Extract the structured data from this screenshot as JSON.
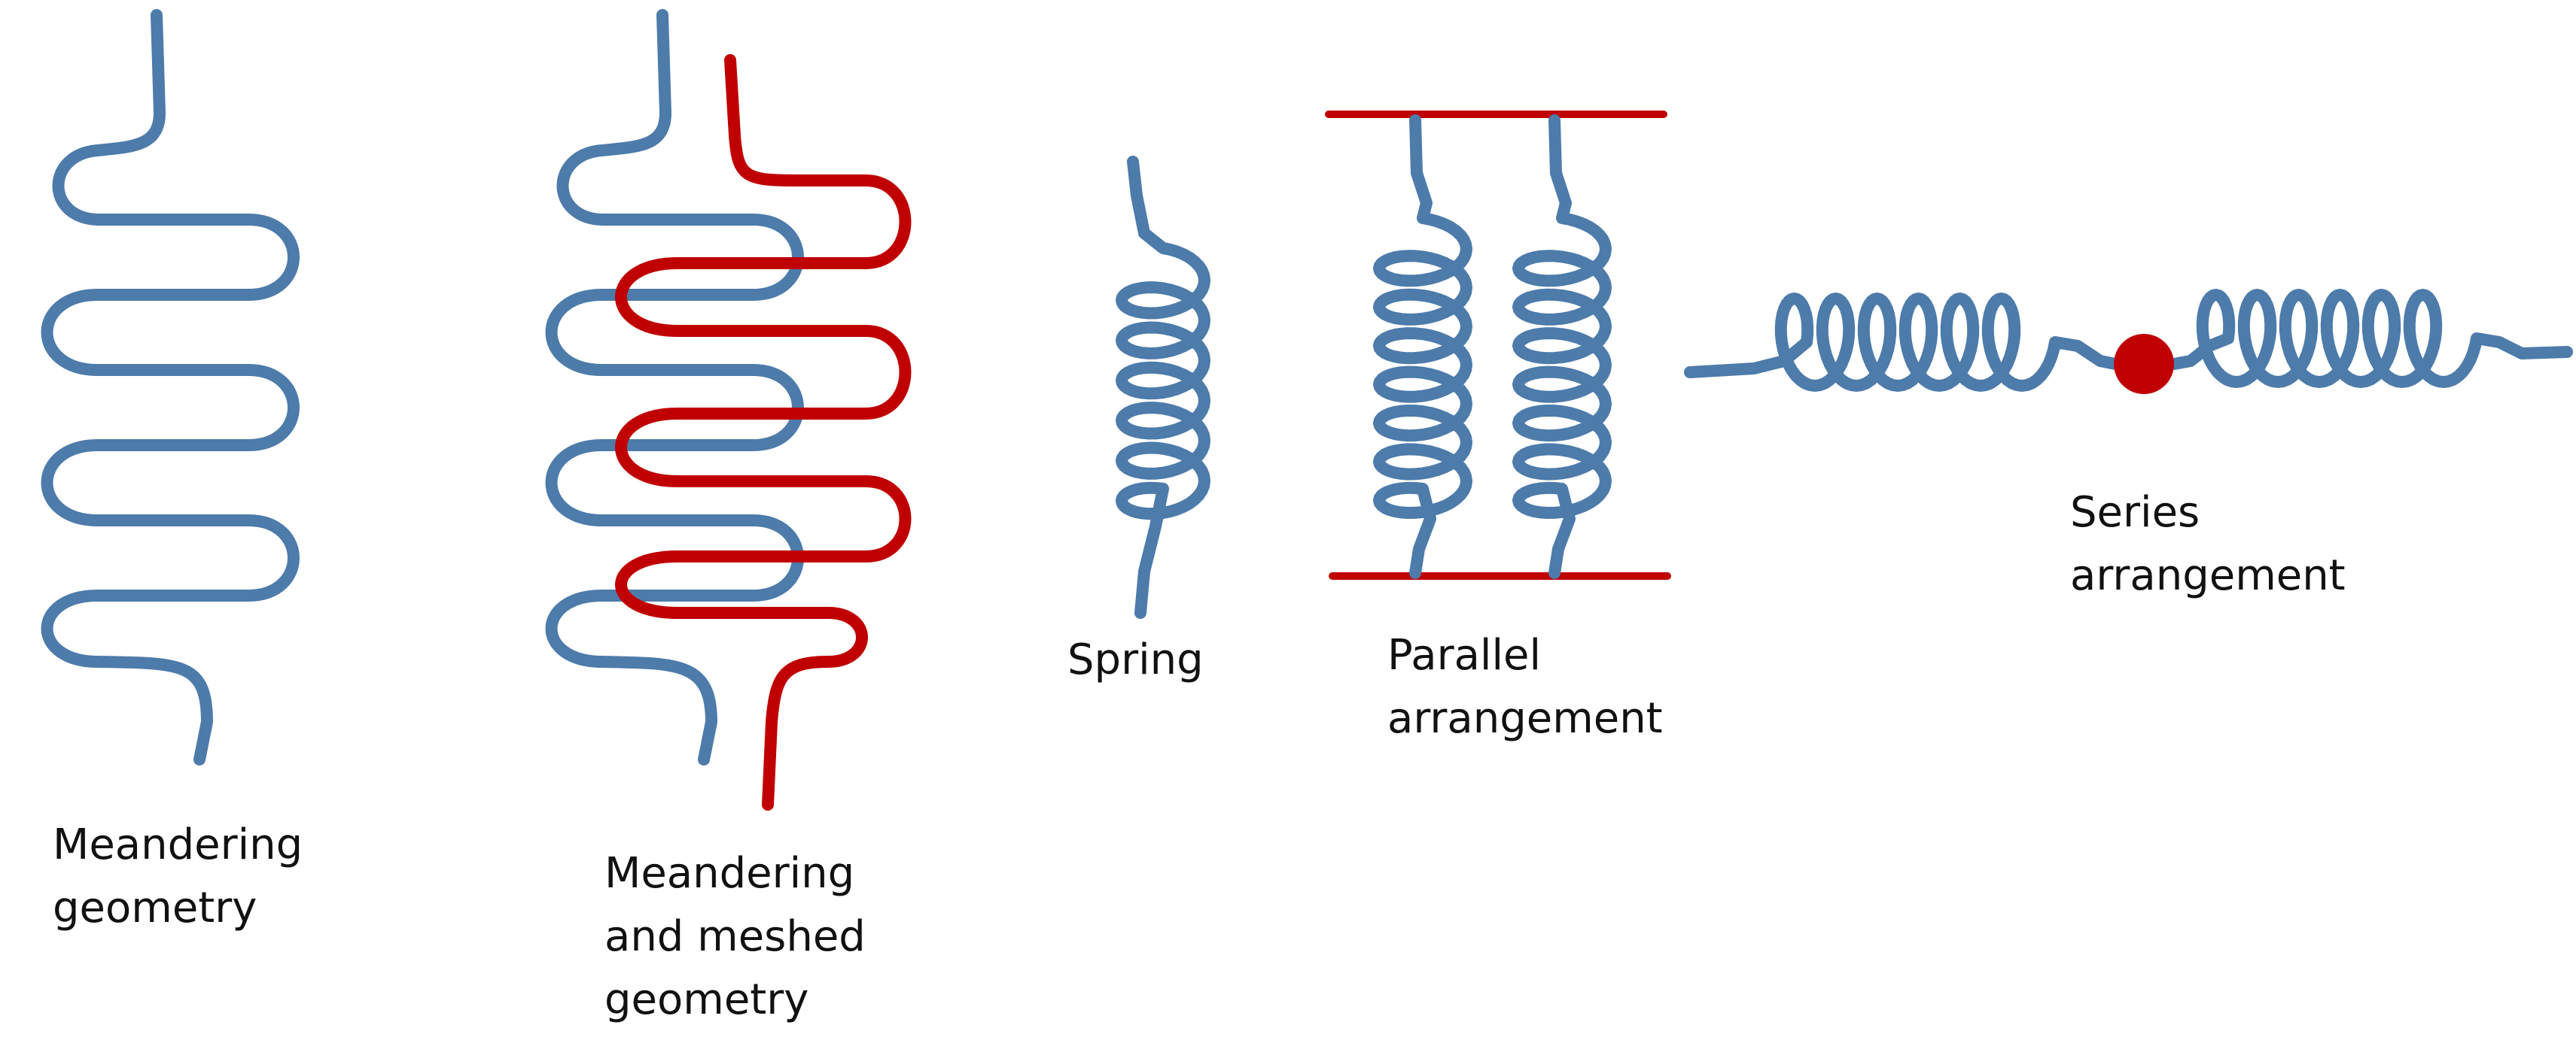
{
  "labels": {
    "meandering": [
      "Meandering",
      "geometry"
    ],
    "meshed": [
      "Meandering",
      "and meshed",
      "geometry"
    ],
    "spring": [
      "Spring"
    ],
    "parallel": [
      "Parallel",
      "arrangement"
    ],
    "series": [
      "Series",
      "arrangement"
    ]
  },
  "colors": {
    "wire_blue": "#4D7BAA",
    "wire_red": "#C00000",
    "plate_red": "#C00000",
    "node_red": "#C00000",
    "background": "#FFFFFF"
  }
}
